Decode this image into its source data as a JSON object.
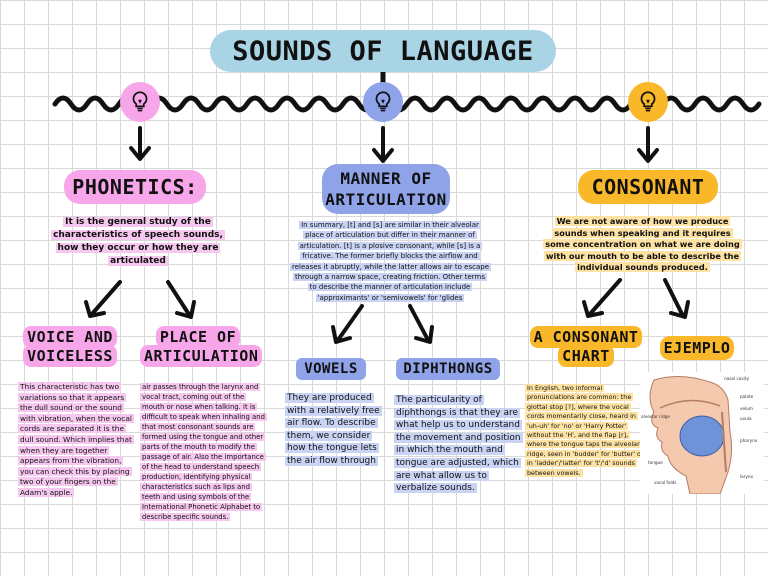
{
  "title": "SOUNDS OF LANGUAGE",
  "colors": {
    "pink": "#f7a6ea",
    "blue": "#8fa3e8",
    "yellow": "#f9b72a",
    "title_bg": "#a9d4e6",
    "line": "#111111"
  },
  "icons": [
    "lightbulb-icon",
    "lightbulb-icon",
    "lightbulb-icon"
  ],
  "phonetics": {
    "heading": "PHONETICS:",
    "text": "It is the general study of the characteristics of speech sounds, how they occur or how they are articulated",
    "voice": {
      "heading": "VOICE AND VOICELESS",
      "text": "This characteristic has two variations so that it appears the dull sound or the sound with vibration, when the vocal cords are separated it is the dull sound. Which implies that when they are together appears from the vibration, you can check this by placing two of your fingers on the Adam's apple."
    },
    "place": {
      "heading": "PLACE OF ARTICULATION",
      "text": "air passes through the larynx and vocal tract, coming out of the mouth or nose when talking. it is difficult to speak when inhaling and that most consonant sounds are formed using the tongue and other parts of the mouth to modify the passage of air. Also the importance of the head to understand speech production, identifying physical characteristics such as lips and teeth and using symbols of the International Phonetic Alphabet to describe specific sounds."
    }
  },
  "manner": {
    "heading": "MANNER OF ARTICULATION",
    "text": "In summary, [t] and [s] are similar in their alveolar place of articulation but differ in their manner of articulation. [t] is a plosive consonant, while [s] is a fricative. The former briefly blocks the airflow and releases it abruptly, while the latter allows air to escape through a narrow space, creating friction. Other terms to describe the manner of articulation include 'approximants' or 'semivowels' for 'glides",
    "vowels": {
      "heading": "VOWELS",
      "text": "They are produced with a relatively free air flow. To describe them, we consider how the tongue lets the air flow through"
    },
    "diphthongs": {
      "heading": "DIPHTHONGS",
      "text": "The particularity of diphthongs is that they are what help us to understand the movement and position in which the mouth and tongue are adjusted, which are what allow us to verbalize sounds."
    }
  },
  "consonant": {
    "heading": "CONSONANT",
    "text": "We are not aware of how we produce sounds when speaking and it requires some concentration on what we are doing with our mouth to be able to describe the individual sounds produced.",
    "chart": {
      "heading": "A CONSONANT CHART",
      "text": "In English, two informal pronunciations are common: the glottal stop [?], where the vocal cords momentarily close, heard in 'uh-uh' for 'no' or 'Harry Potter' without the 'H', and the flap [r], where the tongue taps the alveolar ridge, seen in 'budder' for 'butter' or in 'ladder'/'latter' for 't'/'d' sounds between vowels."
    },
    "example": {
      "heading": "EJEMPLO",
      "diagram_labels": [
        "nasal cavity",
        "palate",
        "velum",
        "uvula",
        "alveolar ridge",
        "pharynx",
        "tongue",
        "larynx",
        "vocal folds"
      ]
    }
  }
}
